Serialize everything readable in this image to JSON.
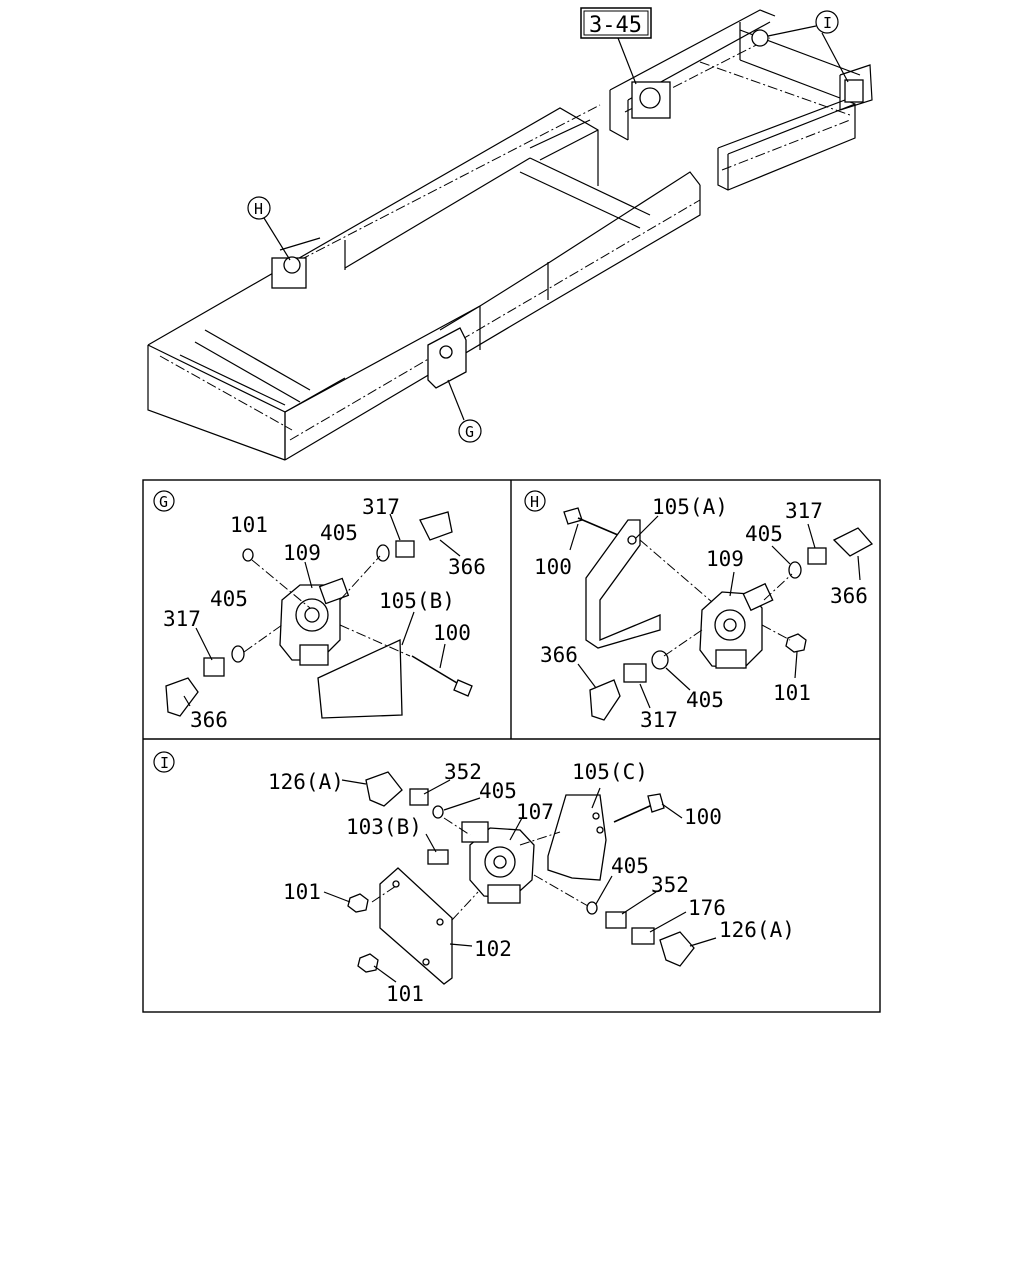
{
  "reference_box": "3-45",
  "views": {
    "G": {
      "marker": "G"
    },
    "H": {
      "marker": "H"
    },
    "I": {
      "marker": "I"
    }
  },
  "overview_callouts": [
    "H",
    "G",
    "I"
  ],
  "panel_g_labels": {
    "p101": "101",
    "p109": "109",
    "p405_top": "405",
    "p317_top": "317",
    "p366_top": "366",
    "p405_left": "405",
    "p317_left": "317",
    "p366_left": "366",
    "p105b": "105(B)",
    "p100": "100"
  },
  "panel_h_labels": {
    "p100": "100",
    "p105a": "105(A)",
    "p317_top": "317",
    "p405_top": "405",
    "p109": "109",
    "p366_right": "366",
    "p366_left": "366",
    "p317_bottom": "317",
    "p405_bottom": "405",
    "p101": "101"
  },
  "panel_i_labels": {
    "p126a_top": "126(A)",
    "p352_top": "352",
    "p405_top": "405",
    "p105c": "105(C)",
    "p100": "100",
    "p103b": "103(B)",
    "p107": "107",
    "p101_top": "101",
    "p405_bottom": "405",
    "p352_bottom": "352",
    "p176": "176",
    "p126a_bottom": "126(A)",
    "p102": "102",
    "p101_bottom": "101"
  }
}
